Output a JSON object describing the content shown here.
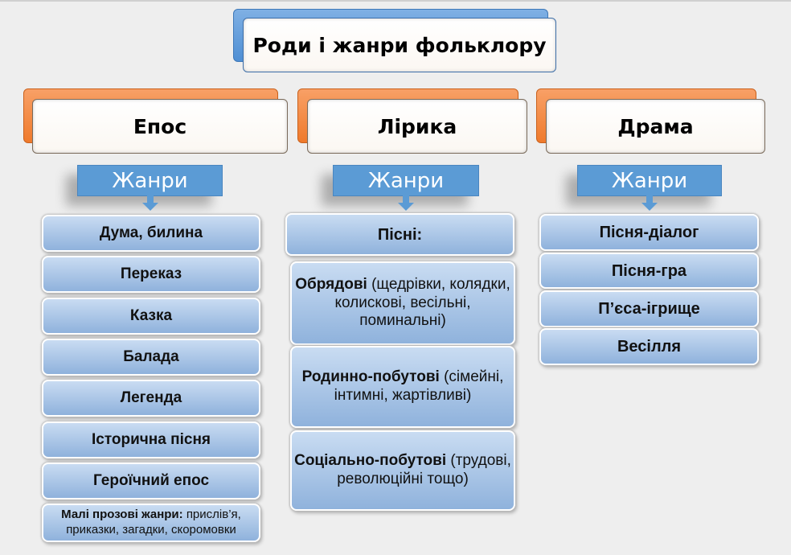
{
  "title": "Роди і жанри фольклору",
  "columns": [
    {
      "name": "Епос",
      "genres_label": "Жанри",
      "items": [
        "Дума, билина",
        "Переказ",
        "Казка",
        "Балада",
        "Легенда",
        "Історична пісня",
        "Героїчний епос"
      ],
      "last_item": {
        "bold": "Малі прозові жанри:",
        "rest": "прислів’я, приказки, загадки, скоромовки"
      }
    },
    {
      "name": "Лірика",
      "genres_label": "Жанри",
      "header_item": "Пісні:",
      "groups": [
        {
          "bold": "Обрядові",
          "rest": "(щедрівки, колядки, колискові, весільні, поминальні)"
        },
        {
          "bold": "Родинно-побутові",
          "rest": "(сімейні, інтимні, жартівливі)"
        },
        {
          "bold": "Соціально-побутові",
          "rest": "(трудові, революційні тощо)"
        }
      ]
    },
    {
      "name": "Драма",
      "genres_label": "Жанри",
      "items": [
        "Пісня-діалог",
        "Пісня-гра",
        "П’єса-ігрище",
        "Весілля"
      ]
    }
  ],
  "colors": {
    "title_accent": "#5b9bd5",
    "category_accent": "#ef7a2c",
    "genre_box": "#5b9bd5",
    "item_fill": "#a9c4e6"
  }
}
